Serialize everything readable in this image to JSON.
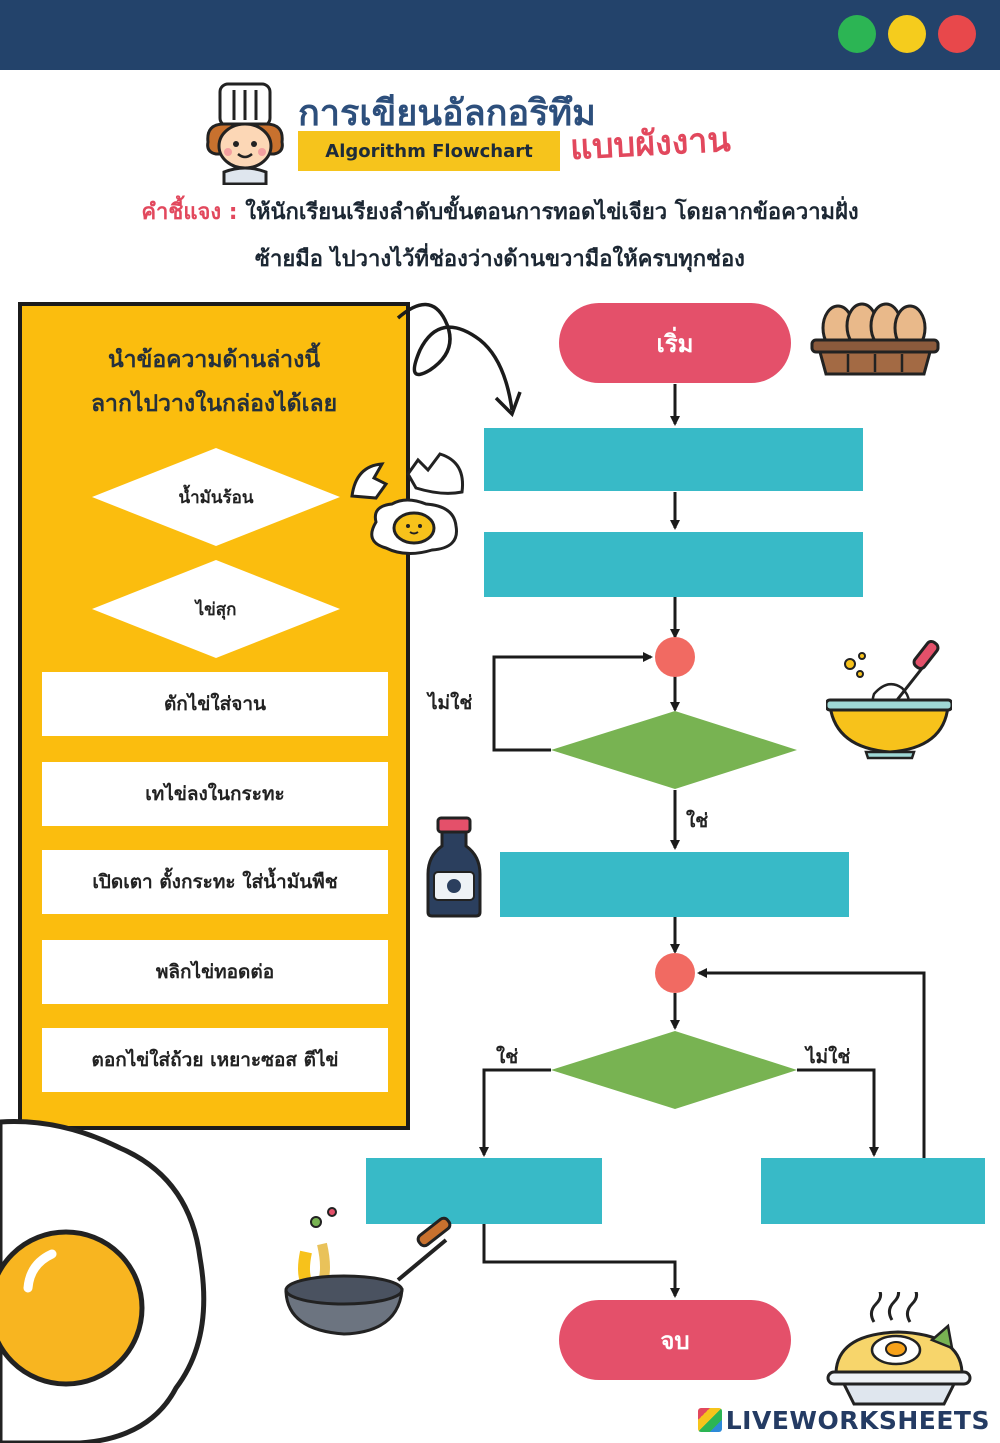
{
  "window": {
    "dots": [
      "#2cb554",
      "#f5cc1d",
      "#e8484b"
    ]
  },
  "header": {
    "title": "การเขียนอัลกอริทึม",
    "tag": "Algorithm Flowchart",
    "subtitle": "แบบผังงาน"
  },
  "instructions": {
    "label": "คำชี้แจง :",
    "line1": "ให้นักเรียนเรียงลำดับขั้นตอนการทอดไข่เจียว โดยลากข้อความฝั่ง",
    "line2": "ซ้ายมือ ไปวางไว้ที่ช่องว่างด้านขวามือให้ครบทุกช่อง"
  },
  "panel": {
    "title_line1": "นำข้อความด้านล่างนี้",
    "title_line2": "ลากไปวางในกล่องได้เลย",
    "conditions": [
      "น้ำมันร้อน",
      "ไข่สุก"
    ],
    "steps": [
      "ตักไข่ใส่จาน",
      "เทไข่ลงในกระทะ",
      "เปิดเตา ตั้งกระทะ ใส่น้ำมันพืช",
      "พลิกไข่ทอดต่อ",
      "ตอกไข่ใส่ถ้วย เหยาะซอส ตีไข่"
    ]
  },
  "flowchart": {
    "start": "เริ่ม",
    "end": "จบ",
    "no_label": "ไม่ใช่",
    "yes_label": "ใช่",
    "colors": {
      "terminal": "#e4506a",
      "process": "#38bac7",
      "decision": "#78b352",
      "connector": "#f16a62"
    }
  },
  "icons": [
    "chef-icon",
    "eggs-tray-icon",
    "cracked-egg-icon",
    "whisk-bowl-icon",
    "soy-sauce-icon",
    "wok-icon",
    "fried-rice-icon",
    "fried-egg-icon",
    "curved-arrow-icon"
  ],
  "footer": {
    "brand": "LIVEWORKSHEETS"
  }
}
